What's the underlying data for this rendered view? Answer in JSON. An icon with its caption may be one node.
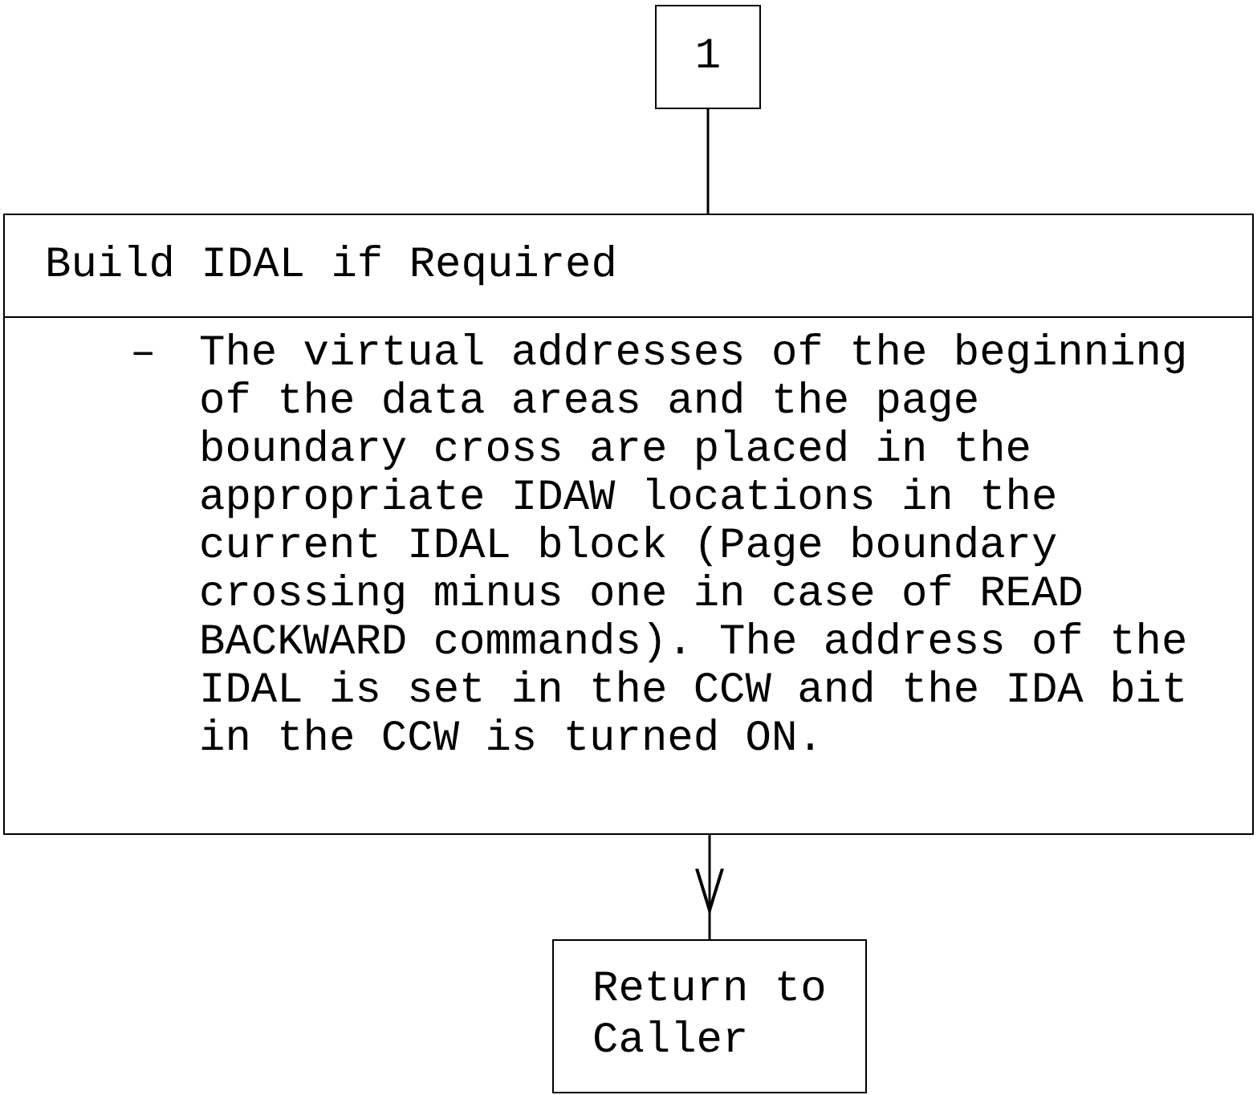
{
  "diagram": {
    "nodes": [
      {
        "text": [
          "1"
        ]
      },
      {
        "text": [
          "Build IDAL if Required",
          "The virtual addresses of the beginning of the data areas and the page boundary cross are placed in the appropriate IDAW locations in the current IDAL block (Page boundary crossing minus one in case of READ BACKWARD commands). The address of the IDAL is set in the CCW and the IDA bit in the CCW is turned ON."
        ]
      },
      {
        "text": [
          "Return to Caller"
        ]
      }
    ],
    "edges": [
      {
        "from": 0,
        "to": 1,
        "arrow": "none"
      },
      {
        "from": 1,
        "to": 2,
        "arrow": "to"
      }
    ],
    "labels": [
      "–"
    ]
  }
}
